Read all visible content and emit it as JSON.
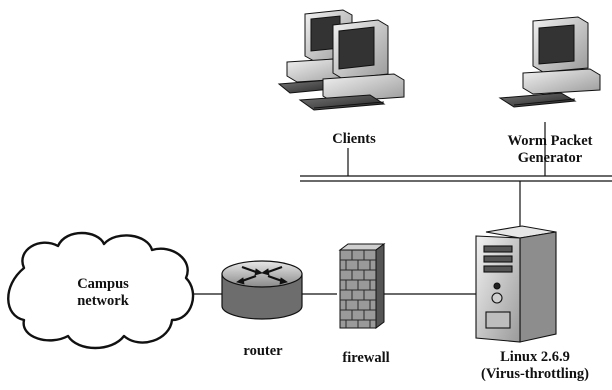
{
  "labels": {
    "clients": "Clients",
    "worm_line1": "Worm Packet",
    "worm_line2": "Generator",
    "campus_line1": "Campus",
    "campus_line2": "network",
    "router": "router",
    "firewall": "firewall",
    "linux_line1": "Linux 2.6.9",
    "linux_line2": "(Virus-throttling)"
  },
  "colors": {
    "ink": "#111111",
    "metal": "#d9d9d9",
    "screen": "#333333",
    "brick": "#8c8c8c"
  }
}
